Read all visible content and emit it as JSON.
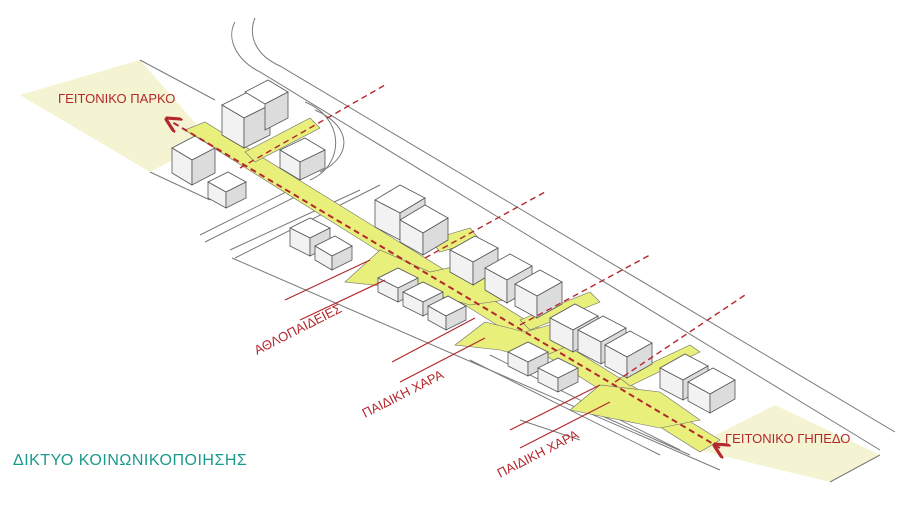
{
  "labels": {
    "park": "ΓΕΙΤΟΝΙΚΟ ΠΑΡΚΟ",
    "field": "ΓΕΙΤΟΝΙΚΟ ΓΗΠΕΔΟ",
    "sports": "ΑΘΛΟΠΑΙΔΕΙΕΣ",
    "playground_1": "ΠΑΙΔΙΚΗ ΧΑΡΑ",
    "playground_2": "ΠΑΙΔΙΚΗ ΧΑΡΑ"
  },
  "caption": "ΔΙΚΤΥΟ ΚΟΙΝΩΝΙΚΟΠΟΙΗΣΗΣ",
  "colors": {
    "green_space": "#f4f4d2",
    "yellow_area": "#e8ef7a",
    "network": "#b3282d",
    "caption": "#1a9a8c",
    "lines": "#6f6f6f"
  }
}
